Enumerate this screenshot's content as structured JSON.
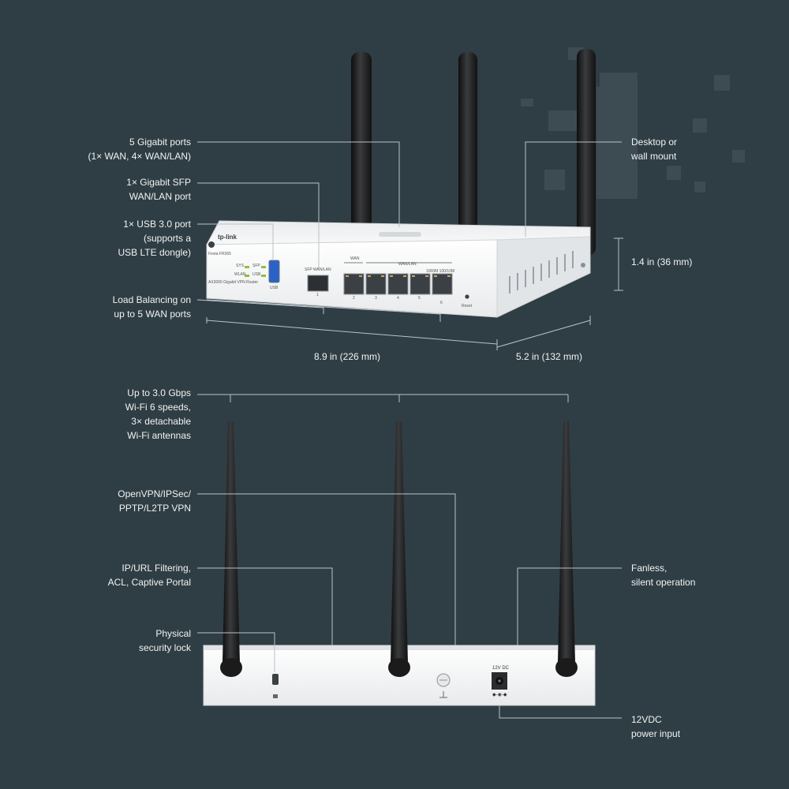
{
  "brand": "tp-link",
  "front_panel": {
    "model": "Festa FR365",
    "subtitle": "AX3000 Gigabit VPN Router",
    "led_sys": "SYS",
    "led_sfp": "SFP",
    "led_wlan": "WLAN",
    "led_usb": "USB",
    "usb_label": "USB",
    "sfp_label": "SFP WAN/LAN",
    "sfp_port_number": "1",
    "wan_label": "WAN",
    "wan_lan_label": "WAN/LAN",
    "speed_label": "1000M 100/10M",
    "port_numbers": [
      "2",
      "3",
      "4",
      "5",
      "6"
    ],
    "reset_label": "Reset"
  },
  "rear_panel": {
    "power_label": "12V DC",
    "polarity_symbol": "◆-◉-◆"
  },
  "callouts": {
    "gigabit_ports": "5  Gigabit ports\n(1× WAN, 4× WAN/LAN)",
    "sfp_port": "1× Gigabit SFP\nWAN/LAN port",
    "usb_port": "1× USB 3.0 port\n(supports a\nUSB LTE dongle)",
    "load_balancing": "Load Balancing on\nup to 5 WAN ports",
    "mount": "Desktop or\nwall mount",
    "height": "1.4 in (36 mm)",
    "width": "8.9 in (226 mm)",
    "depth": "5.2 in (132 mm)",
    "wifi": "Up to 3.0 Gbps\nWi-Fi 6 speeds,\n3× detachable\nWi-Fi antennas",
    "vpn": "OpenVPN/IPSec/\nPPTP/L2TP VPN",
    "filtering": "IP/URL Filtering,\nACL, Captive Portal",
    "fanless": "Fanless,\nsilent operation",
    "lock": "Physical\nsecurity lock",
    "power": "12VDC\npower input"
  },
  "colors": {
    "background": "#2f3e44",
    "text": "#f1f3f4",
    "leader_line": "#b9c2c6",
    "chassis": "#f4f5f6",
    "antenna": "#1b1b1c",
    "port": "#3b4044",
    "led_green": "#8fbf3a"
  }
}
